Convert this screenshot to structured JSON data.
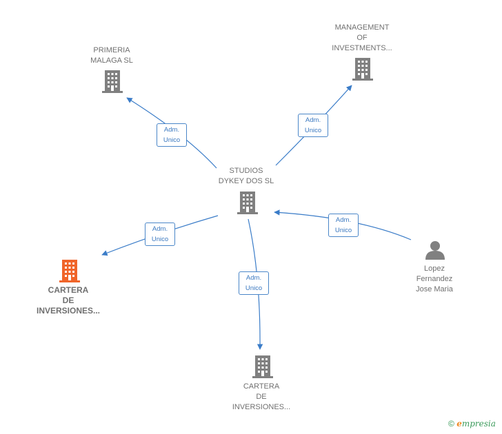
{
  "colors": {
    "edge": "#3a7cc8",
    "building": "#808080",
    "focus_building": "#f0652a",
    "person": "#808080"
  },
  "nodes": {
    "center": {
      "lines": [
        "STUDIOS",
        "DYKEY DOS SL"
      ],
      "icon": "building-icon"
    },
    "primeria": {
      "lines": [
        "PRIMERIA",
        "MALAGA  SL"
      ],
      "icon": "building-icon"
    },
    "management": {
      "lines": [
        "MANAGEMENT",
        "OF",
        "INVESTMENTS..."
      ],
      "icon": "building-icon"
    },
    "cartera_left": {
      "lines": [
        "CARTERA",
        "DE",
        "INVERSIONES..."
      ],
      "icon": "building-icon"
    },
    "cartera_bottom": {
      "lines": [
        "CARTERA",
        "DE",
        "INVERSIONES..."
      ],
      "icon": "building-icon"
    },
    "lopez": {
      "lines": [
        "Lopez",
        "Fernandez",
        "Jose Maria"
      ],
      "icon": "person-icon"
    }
  },
  "edges": [
    {
      "id": "to-primeria",
      "lines": [
        "Adm.",
        "Unico"
      ]
    },
    {
      "id": "to-management",
      "lines": [
        "Adm.",
        "Unico"
      ]
    },
    {
      "id": "to-cartera-left",
      "lines": [
        "Adm.",
        "Unico"
      ]
    },
    {
      "id": "to-cartera-bottom",
      "lines": [
        "Adm.",
        "Unico"
      ]
    },
    {
      "id": "from-lopez",
      "lines": [
        "Adm.",
        "Unico"
      ]
    }
  ],
  "footer": {
    "copyright": "©",
    "brand_first": "e",
    "brand_rest": "mpresia"
  }
}
